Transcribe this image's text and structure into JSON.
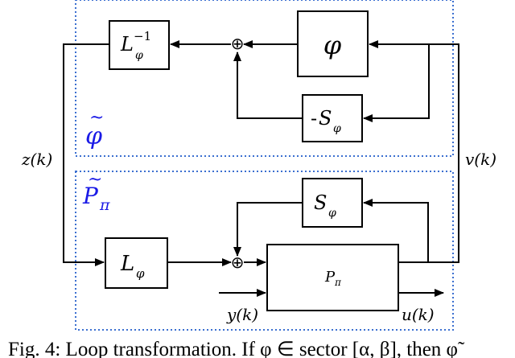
{
  "diagram": {
    "groups": {
      "phi_tilde": {
        "label": "φ",
        "accent": "~",
        "color": "#1a1ae6"
      },
      "p_pi_tilde": {
        "label": "P",
        "accent": "~",
        "subscript": "π",
        "color": "#1a1ae6"
      }
    },
    "blocks": {
      "l_inv": {
        "base": "L",
        "subscript": "φ",
        "superscript": "−1"
      },
      "phi": {
        "text": "φ"
      },
      "neg_s": {
        "prefix": "-",
        "base": "S",
        "subscript": "φ"
      },
      "s": {
        "base": "S",
        "subscript": "φ"
      },
      "l": {
        "base": "L",
        "subscript": "φ"
      },
      "p": {
        "base": "P",
        "subscript": "π"
      }
    },
    "summing_junction_symbol": "⊕",
    "signals": {
      "z": "z(k)",
      "v": "v(k)",
      "y": "y(k)",
      "u": "u(k)"
    },
    "border_color": "#3b6fd0"
  },
  "caption": {
    "text": "Fig. 4: Loop transformation. If φ ∈ sector [α, β], then φ̃"
  }
}
